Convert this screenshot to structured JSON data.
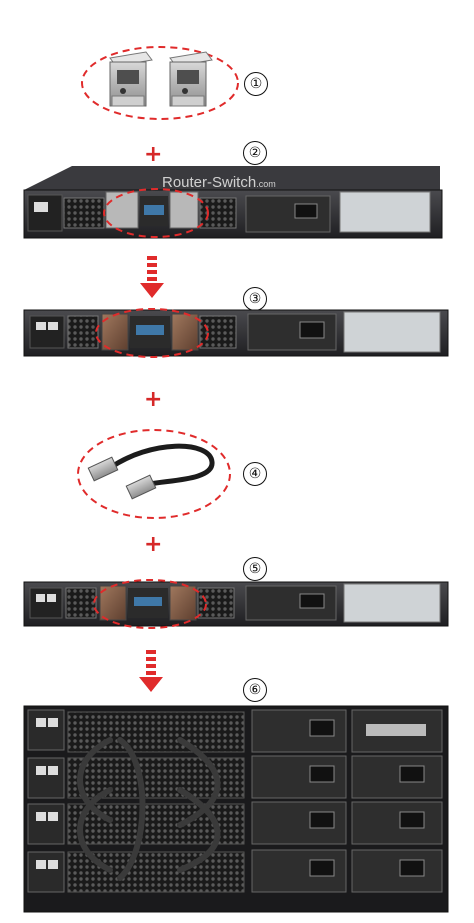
{
  "steps": [
    {
      "num": "①"
    },
    {
      "num": "②"
    },
    {
      "num": "③"
    },
    {
      "num": "④"
    },
    {
      "num": "⑤"
    },
    {
      "num": "⑥"
    }
  ],
  "plus_sign": "+",
  "watermark": {
    "main": "Router-Switch",
    "suffix": ".com"
  },
  "colors": {
    "accent": "#e02b2b",
    "chassis": "#2b2b2f",
    "panel": "#9a9a9a",
    "port": "#3f78a8"
  },
  "icons": [
    "stack-adapter-icon",
    "stack-cable-icon",
    "arrow-down-icon"
  ]
}
